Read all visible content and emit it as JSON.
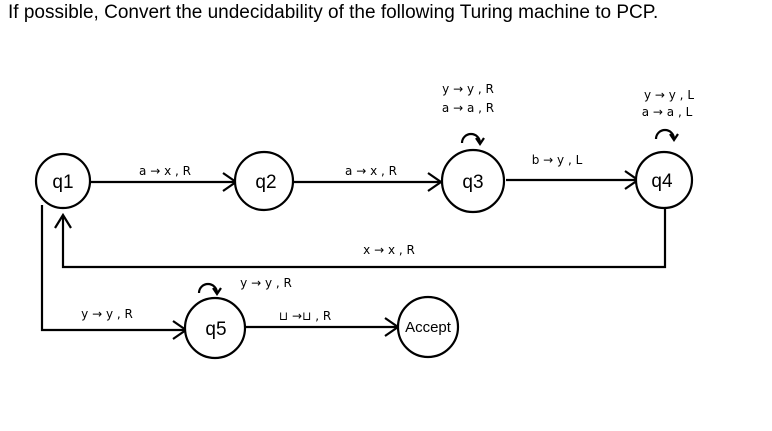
{
  "question": "If possible, Convert the undecidability of the following Turing machine to PCP.",
  "states": {
    "q1": "q1",
    "q2": "q2",
    "q3": "q3",
    "q4": "q4",
    "q5": "q5",
    "accept": "Accept"
  },
  "transitions": {
    "q1_q2": "a → x , R",
    "q2_q3": "a → x , R",
    "q3_q4": "b → y , L",
    "q4_q1": "x → x , R",
    "q1_q5": "y → y , R",
    "q5_accept": "⊔ →⊔ , R",
    "q3_loop_1": "y → y , R",
    "q3_loop_2": "a → a , R",
    "q4_loop_1": "y → y , L",
    "q4_loop_2": "a → a , L",
    "q5_loop": "y → y , R"
  }
}
